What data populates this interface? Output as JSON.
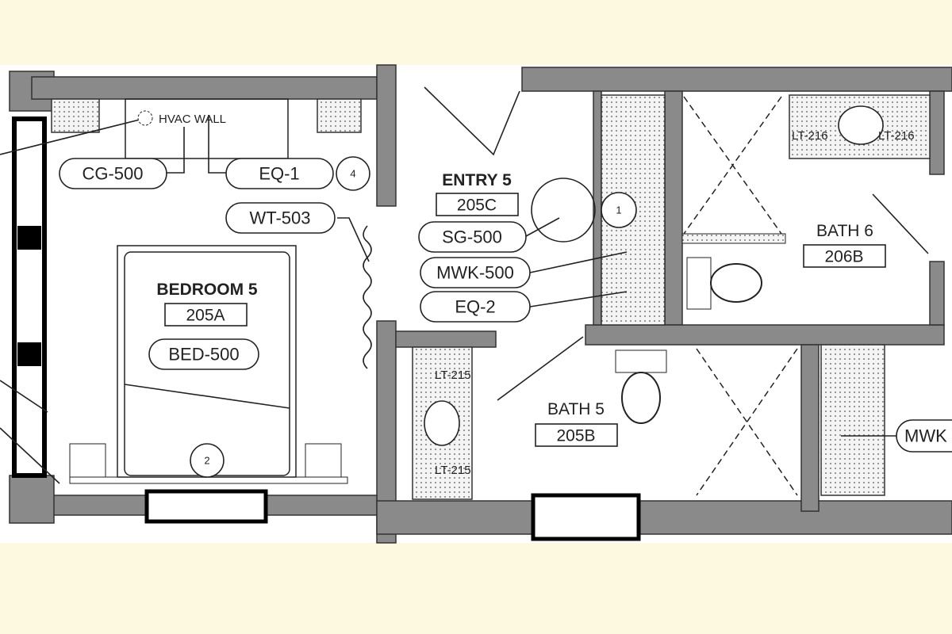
{
  "colors": {
    "background": "#fdf9e1",
    "wall": "#8a8a8a",
    "line": "#222222"
  },
  "bedroom": {
    "hvac_label": "HVAC WALL",
    "tags": {
      "cg": "CG-500",
      "eq": "EQ-1",
      "wt": "WT-503",
      "bed": "BED-500"
    },
    "markers": {
      "eq_marker": "4",
      "bed_marker": "2"
    },
    "room_name": "BEDROOM 5",
    "room_number": "205A"
  },
  "entry": {
    "room_name": "ENTRY 5",
    "room_number": "205C",
    "tags": {
      "sg": "SG-500",
      "mwk": "MWK-500",
      "eq": "EQ-2"
    },
    "marker": "1"
  },
  "bath6": {
    "room_name": "BATH 6",
    "room_number": "206B",
    "light_tags": [
      "LT-216",
      "LT-216"
    ]
  },
  "bath5": {
    "room_name": "BATH 5",
    "room_number": "205B",
    "light_tags": [
      "LT-215",
      "LT-215"
    ]
  },
  "right_tag": "MWK"
}
